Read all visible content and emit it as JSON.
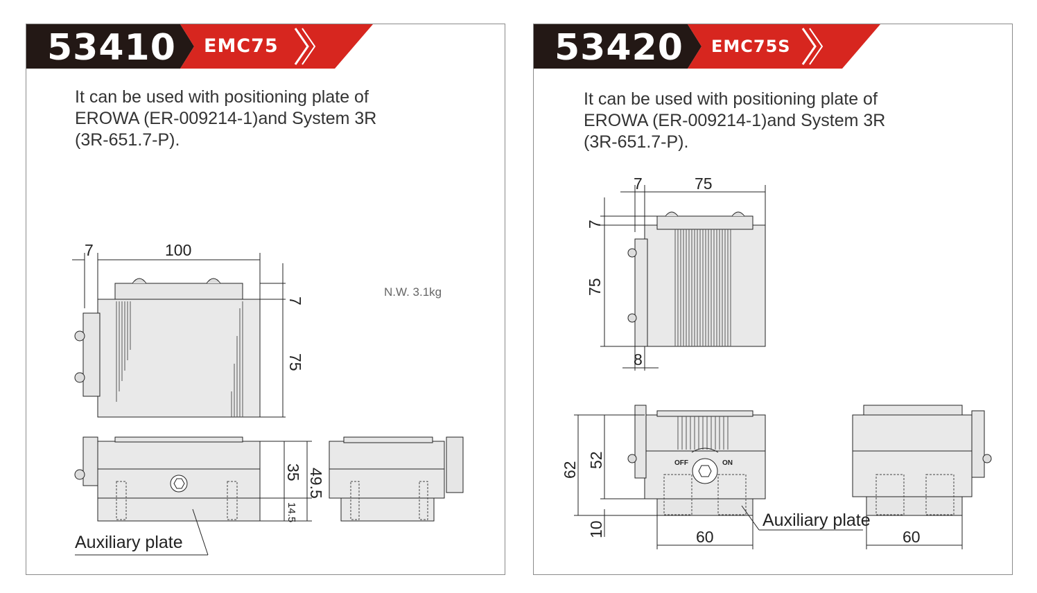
{
  "left": {
    "code": "53410",
    "model": "EMC75",
    "desc_lines": [
      "It can be used with positioning plate of",
      "EROWA  (ER-009214-1)and System 3R",
      "(3R-651.7-P)."
    ],
    "weight": "N.W. 3.1kg",
    "dims": {
      "d7a": "7",
      "d100": "100",
      "d7b": "7",
      "d75": "75",
      "d35": "35",
      "d49": "49.5",
      "d14": "14.5"
    },
    "aux_label": "Auxiliary plate"
  },
  "right": {
    "code": "53420",
    "model": "EMC75S",
    "desc_lines": [
      "It can be used with positioning plate of",
      "EROWA  (ER-009214-1)and System 3R",
      "(3R-651.7-P)."
    ],
    "dims": {
      "d7a": "7",
      "d75a": "75",
      "d7b": "7",
      "d75b": "75",
      "d8": "8",
      "d62": "62",
      "d52": "52",
      "d10": "10",
      "d60a": "60",
      "d60b": "60"
    },
    "off_label": "OFF",
    "on_label": "ON",
    "aux_label": "Auxiliary plate"
  },
  "colors": {
    "header_dark": "#231815",
    "header_red": "#d7261f",
    "bullet": "#d7261f",
    "body_fill": "#e6e6e6"
  }
}
